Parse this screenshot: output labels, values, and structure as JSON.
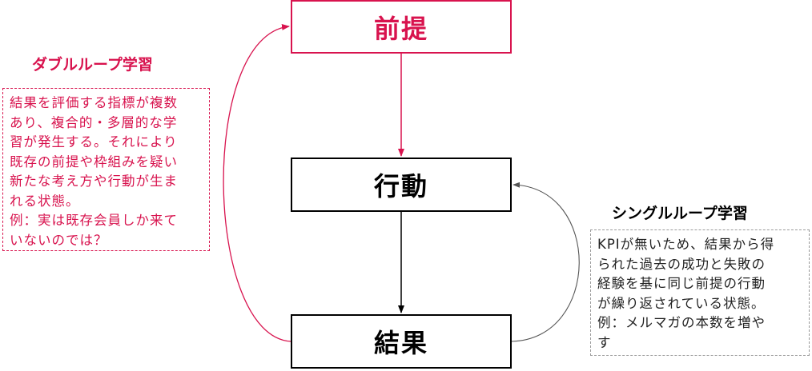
{
  "boxes": {
    "premise": "前提",
    "action": "行動",
    "result": "結果"
  },
  "double_loop": {
    "title": "ダブルループ学習",
    "lines": [
      "結果を評価する指標が複数",
      "あり、複合的・多層的な学",
      "習が発生する。それにより",
      "既存の前提や枠組みを疑い",
      "新たな考え方や行動が生ま",
      "れる状態。",
      "例：実は既存会員しか来て",
      "いないのでは？"
    ]
  },
  "single_loop": {
    "title": "シングルループ学習",
    "lines": [
      "KPIが無いため、結果から得",
      "られた過去の成功と失敗の",
      "経験を基に同じ前提の行動",
      "が繰り返されている状態。",
      "例：メルマガの本数を増や",
      "す"
    ]
  },
  "colors": {
    "accent": "#d8134e",
    "neutral": "#000000",
    "single_arrow": "#555555",
    "single_border": "#9a9a9a"
  }
}
